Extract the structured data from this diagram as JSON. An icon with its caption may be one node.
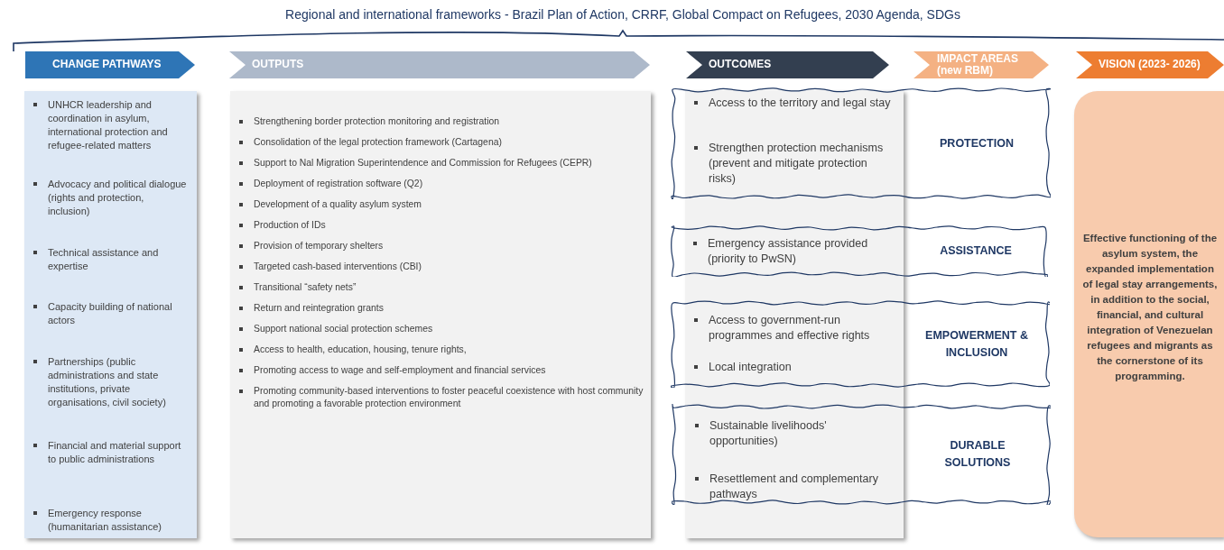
{
  "diagram": {
    "title": "Regional and international frameworks - Brazil Plan of Action, CRRF, Global Compact on Refugees, 2030 Agenda, SDGs",
    "nodes": [
      {
        "text": [
          "CHANGE PATHWAYS"
        ]
      },
      {
        "text": [
          "OUTPUTS"
        ]
      },
      {
        "text": [
          "OUTCOMES"
        ]
      },
      {
        "text": [
          "IMPACT AREAS (new RBM)"
        ]
      },
      {
        "text": [
          "VISION (2023- 2026)"
        ]
      },
      {
        "text": [
          "UNHCR leadership and coordination in asylum, international protection and refugee-related matters",
          "Advocacy and political dialogue (rights and protection, inclusion)",
          "Technical assistance and expertise",
          "Capacity building of national actors",
          "Partnerships (public administrations and state institutions, private organisations, civil society)",
          "Financial and material support to public administrations",
          "Emergency response (humanitarian assistance)"
        ]
      },
      {
        "text": [
          "Strengthening border protection monitoring and registration",
          "Consolidation of the legal protection framework (Cartagena)",
          "Support to Nal Migration Superintendence and Commission for Refugees (CEPR)",
          "Deployment of registration software (Q2)",
          "Development of a quality asylum system",
          "Production of IDs",
          "Provision of temporary shelters",
          "Targeted cash-based interventions (CBI)",
          "Transitional “safety nets”",
          "Return and reintegration grants",
          "Support national social protection schemes",
          "Access to health, education, housing, tenure rights,",
          "Promoting access to wage and self-employment and financial services",
          "Promoting community-based interventions to foster peaceful coexistence with host community and promoting a favorable protection environment"
        ]
      },
      {
        "text": [],
        "shape": "box"
      },
      {
        "text": [
          "Access to the territory and legal stay",
          "Strengthen protection mechanisms (prevent and mitigate protection risks)",
          "PROTECTION"
        ]
      },
      {
        "text": [
          "Emergency assistance provided (priority to PwSN)",
          "ASSISTANCE"
        ]
      },
      {
        "text": [
          "Access to government-run programmes and effective rights",
          "Local integration",
          "EMPOWERMENT & INCLUSION"
        ]
      },
      {
        "text": [
          "Sustainable livelihoods' opportunities)",
          "Resettlement and complementary pathways",
          "DURABLE SOLUTIONS"
        ]
      },
      {
        "text": [
          "Effective functioning of the asylum system, the expanded implementation of legal stay arrangements, in addition to the social, financial, and cultural integration of Venezuelan refugees and migrants as the cornerstone of its programming."
        ]
      }
    ]
  }
}
